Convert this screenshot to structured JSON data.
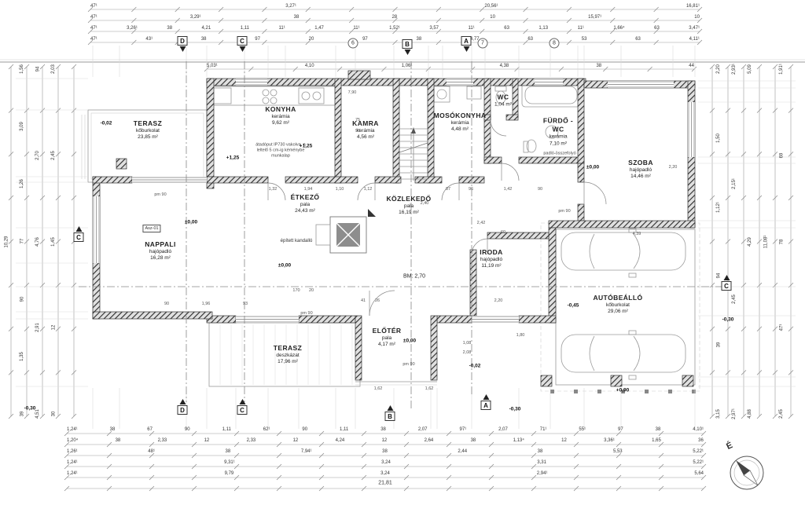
{
  "compass": {
    "north_label": "É"
  },
  "sections": {
    "a": "A",
    "b": "B",
    "c": "C",
    "d": "D"
  },
  "grid_bubbles": [
    "6",
    "7",
    "8"
  ],
  "dims": {
    "top_rows": [
      [
        "47¹",
        "3,27¹",
        "20,56¹",
        "16,81¹"
      ],
      [
        "47¹",
        "3,29¹",
        "38",
        "28",
        "10",
        "15,97¹",
        "10"
      ],
      [
        "47¹",
        "3,26¹",
        "38",
        "4,21",
        "1,11",
        "11¹",
        "1,47",
        "11¹",
        "1,52¹",
        "3,57",
        "11¹",
        "63",
        "1,13",
        "11¹",
        "1,66⁴",
        "63",
        "3,47¹"
      ],
      [
        "47¹",
        "43¹",
        "38",
        "97",
        "20",
        "97",
        "38",
        "4,77",
        "63",
        "53",
        "63",
        "4,11¹"
      ],
      [
        "5,03¹",
        "4,10",
        "1,06¹",
        "4,38",
        "38",
        "44"
      ]
    ],
    "bottom_rows": [
      [
        "1,24¹",
        "38",
        "67",
        "90",
        "1,11",
        "62¹",
        "90",
        "1,11",
        "38",
        "2,07",
        "97¹",
        "2,07",
        "71¹",
        "55¹",
        "97",
        "38",
        "4,10¹"
      ],
      [
        "1,20⁴",
        "38",
        "2,33",
        "12",
        "2,33",
        "12",
        "4,24",
        "12",
        "2,64",
        "38",
        "1,13⁴",
        "12",
        "3,36¹",
        "1,65",
        "36"
      ],
      [
        "1,26¹",
        "48¹",
        "38",
        "7,94¹",
        "38",
        "2,44",
        "38",
        "5,53",
        "5,22¹"
      ],
      [
        "1,24¹",
        "9,31¹",
        "3,24",
        "3,31",
        "5,22¹"
      ],
      [
        "1,24¹",
        "9,79",
        "3,24",
        "2,94¹",
        "5,64"
      ]
    ],
    "bottom_total": "21,81",
    "left_cols": [
      [
        "10,29"
      ],
      [
        "1,56",
        "3,09",
        "1,26",
        "77",
        "90",
        "1,35",
        "39"
      ],
      [
        "94",
        "2,70",
        "4,76",
        "2,91",
        "4,51"
      ],
      [
        "2,03",
        "2,45",
        "1,45",
        "12",
        "30"
      ]
    ],
    "right_cols": [
      [
        "2,20",
        "1,50",
        "1,12¹",
        "94",
        "39",
        "3,15"
      ],
      [
        "2,93¹",
        "2,15¹",
        "2,45",
        "2,97¹"
      ],
      [
        "5,09",
        "4,29",
        "4,88"
      ],
      [
        "11,08¹"
      ],
      [
        "1,91¹",
        "69",
        "78",
        "47¹",
        "2,45"
      ]
    ],
    "inner": [
      "1,32",
      "1,94",
      "1,10",
      "1,12",
      "87",
      "96",
      "1,42",
      "90",
      "2,40",
      "2,42",
      "60",
      "170",
      "20",
      "41",
      "26",
      "1,96",
      "93",
      "90",
      "2,20",
      "1,80",
      "1,08",
      "2,08",
      "1,62",
      "1,62",
      "4,39",
      "2,20",
      "pm 90",
      "pm 90",
      "pm 90",
      "pm 90",
      "7,90",
      "75",
      "90"
    ]
  },
  "levels": [
    "-0,02",
    "+1,25",
    "+1,25",
    "±0,00",
    "±0,00",
    "±0,00",
    "±0,00",
    "-0,02",
    "-0,45",
    "-0,30",
    "+0,90",
    "-0,30",
    "-0,30"
  ],
  "rooms": {
    "terasz1": {
      "name": "TERASZ",
      "finish": "kőburkolat",
      "area": "23,85 m²"
    },
    "konyha": {
      "name": "KONYHA",
      "finish": "kerámia",
      "area": "9,62 m²"
    },
    "kamra": {
      "name": "KAMRA",
      "finish": "kerámia",
      "area": "4,56 m²"
    },
    "mosokonyha": {
      "name": "MOSÓKONYHA",
      "finish": "kerámia",
      "area": "4,48 m²"
    },
    "wc": {
      "name": "WC",
      "area": "1,04 m²"
    },
    "furdo": {
      "name": "FÜRDŐ - WC",
      "finish": "kerámia",
      "area": "7,10 m²"
    },
    "szoba": {
      "name": "SZOBA",
      "finish": "hajópadló",
      "area": "14,46 m²"
    },
    "etkezo": {
      "name": "ÉTKEZŐ",
      "finish": "pala",
      "area": "24,43 m²"
    },
    "kozlekedo": {
      "name": "KÖZLEKEDŐ",
      "finish": "pala",
      "area": "16,19 m²"
    },
    "nappali": {
      "name": "NAPPALI",
      "finish": "hajópadló",
      "area": "16,28 m²"
    },
    "iroda": {
      "name": "IRODA",
      "finish": "hajópadló",
      "area": "11,19 m²"
    },
    "autobeallo": {
      "name": "AUTÓBEÁLLÓ",
      "finish": "kőburkolat",
      "area": "29,06 m²"
    },
    "eloter": {
      "name": "ELŐTÉR",
      "finish": "pala",
      "area": "4,17 m²"
    },
    "terasz2": {
      "name": "TERASZ",
      "finish": "deszkázat",
      "area": "17,96 m²"
    }
  },
  "annotations": {
    "room_height": "BM: 2,70",
    "fireplace": "épített kandalló",
    "asz": "Asz-01",
    "floor_drain": "padló-összefolyó",
    "konyha_note": "átadóput IP730 vakolva, a leltelő 5 cm-ig kéménybe munkalap"
  }
}
